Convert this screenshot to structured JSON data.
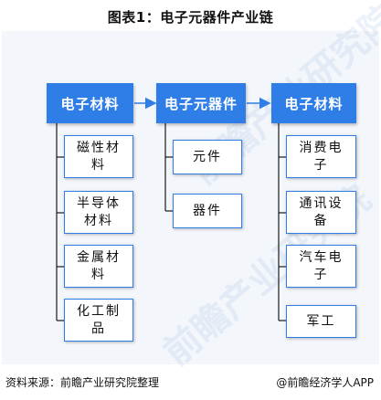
{
  "title": "图表1：电子元器件产业链",
  "columns": [
    {
      "head": "电子材料",
      "items": [
        "磁性材料",
        "半导体材料",
        "金属材料",
        "化工制品"
      ]
    },
    {
      "head": "电子元器件",
      "items": [
        "元件",
        "器件"
      ]
    },
    {
      "head": "电子材料",
      "items": [
        "消费电子",
        "通讯设备",
        "汽车电子",
        "军工"
      ]
    }
  ],
  "watermark": "前瞻产业研究院",
  "source": "资料来源：前瞻产业研究院整理",
  "credit": "@前瞻经济学人APP",
  "colors": {
    "accent": "#2f7de6",
    "connector": "#1b1b1b",
    "panel": "#f3f6fb"
  }
}
